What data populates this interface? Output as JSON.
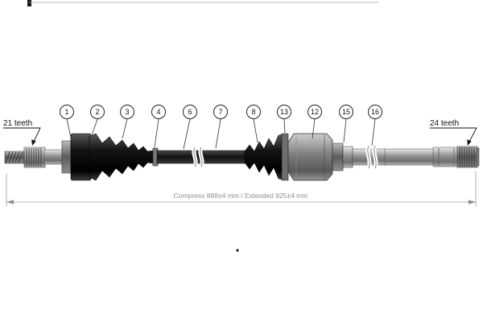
{
  "diagram": {
    "type": "technical-drawing",
    "subject": "drive-shaft-assembly",
    "left_spline_label": "21 teeth",
    "right_spline_label": "24 teeth",
    "dimension_label": "Compress 888±4 mm / Extended 925±4 mm",
    "callouts": [
      {
        "label": "1"
      },
      {
        "label": "2"
      },
      {
        "label": "3"
      },
      {
        "label": "4"
      },
      {
        "label": "6"
      },
      {
        "label": "7"
      },
      {
        "label": "8"
      },
      {
        "label": "13"
      },
      {
        "label": "12"
      },
      {
        "label": "15"
      },
      {
        "label": "16"
      }
    ],
    "colors": {
      "background": "#ffffff",
      "line": "#1a1a1a",
      "rubber_dark": "#161616",
      "metal_light": "#d6d6d6",
      "metal_mid": "#8f8f8f",
      "dimension_gray": "#8f8f8f"
    }
  }
}
